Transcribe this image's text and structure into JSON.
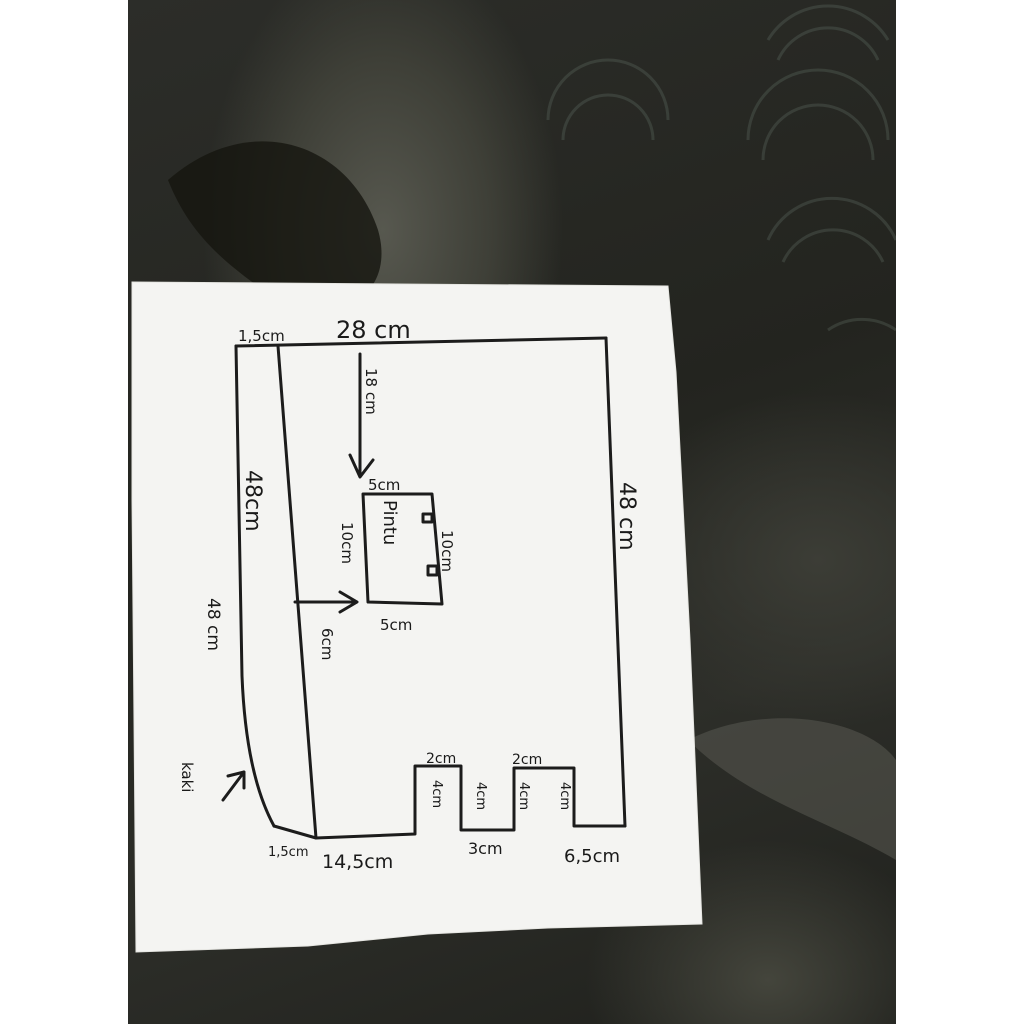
{
  "drawing": {
    "top_width": "28 cm",
    "top_left_thickness": "1,5cm",
    "right_height": "48 cm",
    "inner_height": "48cm",
    "outer_left_height": "48 cm",
    "arrow_top_distance": "18 cm",
    "arrow_left_distance": "6cm",
    "door_label": "Pintu",
    "door_top_width": "5cm",
    "door_bottom_width": "5cm",
    "door_left_height": "10cm",
    "door_right_height": "10cm",
    "foot_label": "kaki",
    "bottom_left_thickness": "1,5cm",
    "bottom_seg_1": "14,5cm",
    "bottom_seg_2": "3cm",
    "bottom_seg_3": "6,5cm",
    "notch_1_width": "2cm",
    "notch_2_width": "2cm",
    "notch_1_left_height": "4cm",
    "notch_1_right_height": "4cm",
    "notch_2_left_height": "4cm",
    "notch_2_right_height": "4cm"
  }
}
